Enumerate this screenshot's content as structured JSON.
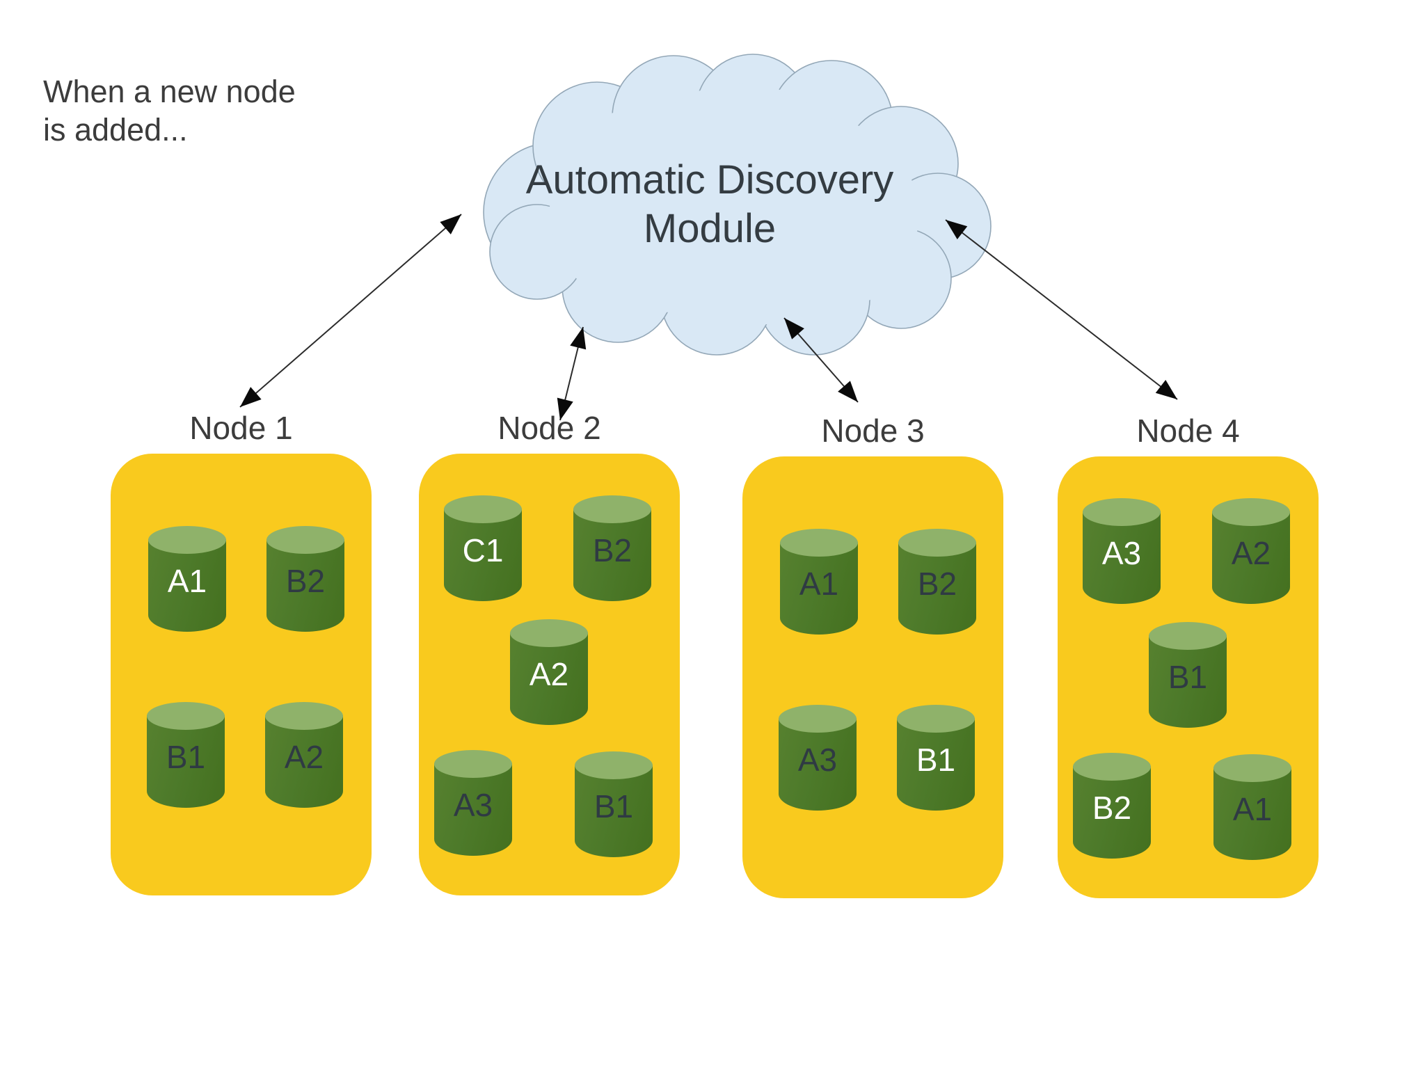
{
  "colors": {
    "background": "#ffffff",
    "node-yellow": "#f9ca1e",
    "cylinder-green": "#4d7a2a",
    "cylinder-green-dark": "#44701f",
    "cylinder-green-light-edge": "#57812f",
    "cylinder-top-green": "#8fb26a",
    "cloud-fill": "#d9e8f5",
    "cloud-stroke": "#93a7b7",
    "text-dark": "#3c3c3c",
    "cylinder-text-dark": "#2f3a43",
    "cylinder-text-light": "#ffffff",
    "arrow-line": "#2b2b2b",
    "arrow-head": "#0a0a0a"
  },
  "annotation": {
    "line1": "When a new node",
    "line2": "is added..."
  },
  "cloud": {
    "label_line1": "Automatic Discovery",
    "label_line2": "Module"
  },
  "nodes": [
    {
      "title": "Node 1",
      "cylinders": [
        {
          "label": "A1",
          "slot": "a-tl",
          "text": "light"
        },
        {
          "label": "B2",
          "slot": "a-tr",
          "text": "dark"
        },
        {
          "label": "B1",
          "slot": "a-bl",
          "text": "dark"
        },
        {
          "label": "A2",
          "slot": "a-br",
          "text": "dark"
        }
      ]
    },
    {
      "title": "Node 2",
      "cylinders": [
        {
          "label": "C1",
          "slot": "b-tl",
          "text": "light"
        },
        {
          "label": "B2",
          "slot": "b-tr",
          "text": "dark"
        },
        {
          "label": "A2",
          "slot": "b-mc",
          "text": "light"
        },
        {
          "label": "A3",
          "slot": "b-bl",
          "text": "dark"
        },
        {
          "label": "B1",
          "slot": "b-br",
          "text": "dark"
        }
      ]
    },
    {
      "title": "Node 3",
      "cylinders": [
        {
          "label": "A1",
          "slot": "a-tl",
          "text": "dark"
        },
        {
          "label": "B2",
          "slot": "a-tr",
          "text": "dark"
        },
        {
          "label": "A3",
          "slot": "a-bl",
          "text": "dark"
        },
        {
          "label": "B1",
          "slot": "a-br",
          "text": "light"
        }
      ]
    },
    {
      "title": "Node 4",
      "cylinders": [
        {
          "label": "A3",
          "slot": "b-tl",
          "text": "light"
        },
        {
          "label": "A2",
          "slot": "b-tr",
          "text": "dark"
        },
        {
          "label": "B1",
          "slot": "b-mc",
          "text": "dark"
        },
        {
          "label": "B2",
          "slot": "b-bl",
          "text": "light"
        },
        {
          "label": "A1",
          "slot": "b-br",
          "text": "dark"
        }
      ]
    }
  ]
}
